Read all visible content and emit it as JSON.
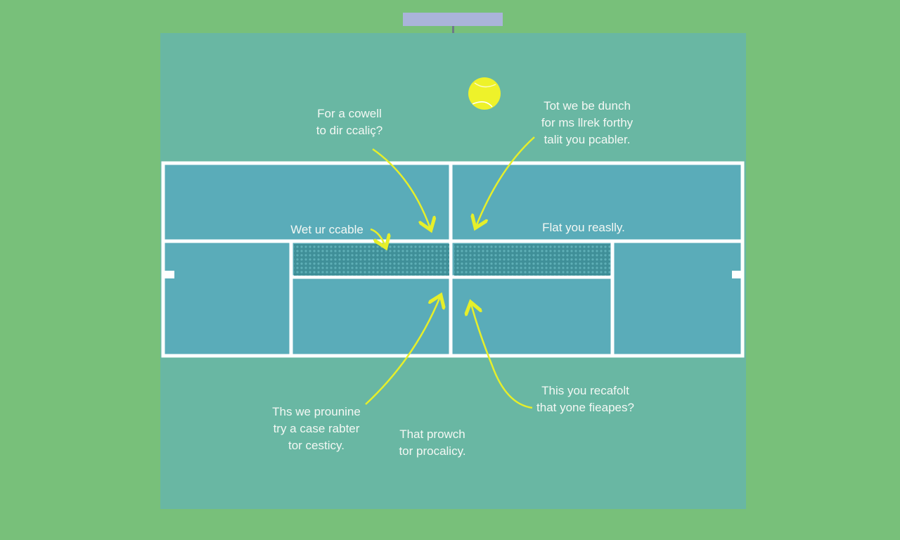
{
  "colors": {
    "background": "#78c07a",
    "surround": "#69b7a3",
    "court": "#5aacb9",
    "lines": "#ffffff",
    "net": "#3f8f98",
    "ball": "#eef22a",
    "arrow": "#e6ef2a",
    "scoreboard": "#aab4da"
  },
  "annotations": [
    {
      "id": "top-left",
      "text": "For a cowell\nto dir ccaliç?"
    },
    {
      "id": "top-right",
      "text": "Tot we be dunch\nfor ms llrek forthy\ntalit you pcabler."
    },
    {
      "id": "net-left",
      "text": "Wet ur ccable"
    },
    {
      "id": "net-right",
      "text": "Flat you reaslly."
    },
    {
      "id": "bottom-left",
      "text": "Ths we prounine\ntry a case rabter\ntor cesticy."
    },
    {
      "id": "bottom-center",
      "text": "That prowch\ntor procalicy."
    },
    {
      "id": "bottom-right",
      "text": "This you recafolt\nthat yone fieapes?"
    }
  ]
}
